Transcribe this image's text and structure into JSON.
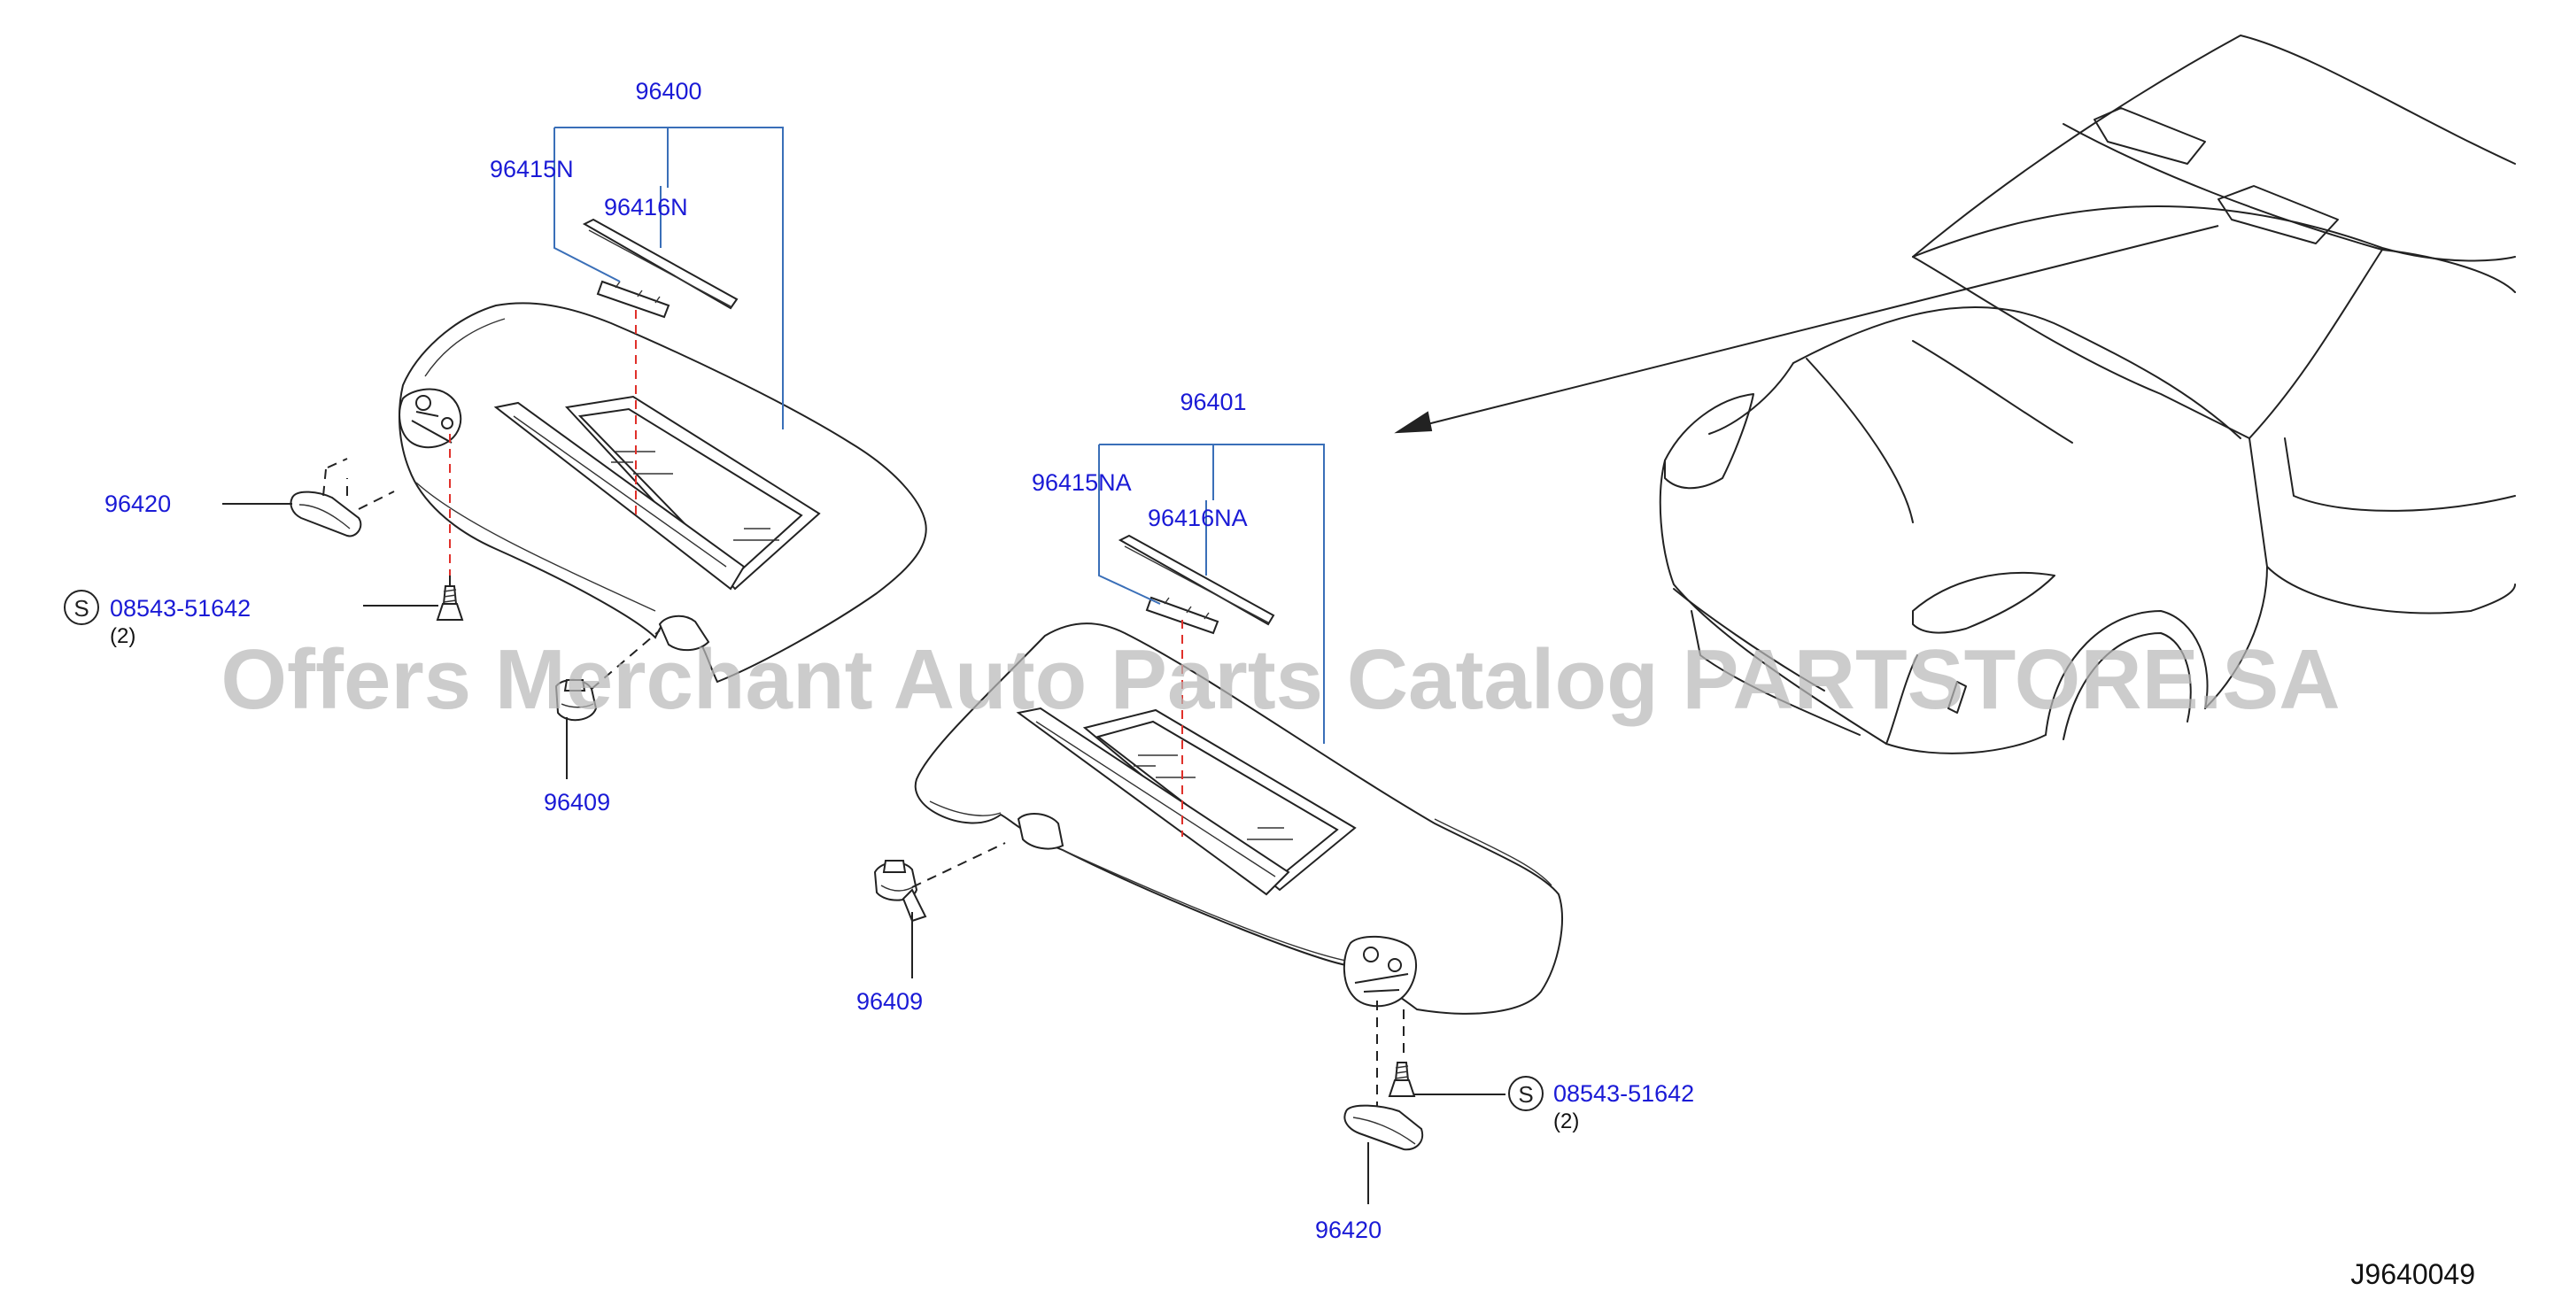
{
  "labels": {
    "visor_lh": "96400",
    "clip_lh": "96415N",
    "cover_lh": "96416N",
    "holder_lh": "96420",
    "screw_lh": "08543-51642",
    "screw_qty_lh": "(2)",
    "hook_lh": "96409",
    "visor_rh": "96401",
    "clip_rh": "96415NA",
    "cover_rh": "96416NA",
    "hook_rh": "96409",
    "screw_rh": "08543-51642",
    "screw_qty_rh": "(2)",
    "holder_rh": "96420",
    "standard_part_mark": "S"
  },
  "diagram_code": "J9640049",
  "watermark": "Offers Merchant Auto Parts Catalog PARTSTORE.SA",
  "colors": {
    "label_text": "#1a1ad6",
    "leader_lines": "#3a6fb8",
    "alignment_dash": "#e0302a",
    "line_art": "#222222",
    "watermark": "#b8b8b8"
  }
}
